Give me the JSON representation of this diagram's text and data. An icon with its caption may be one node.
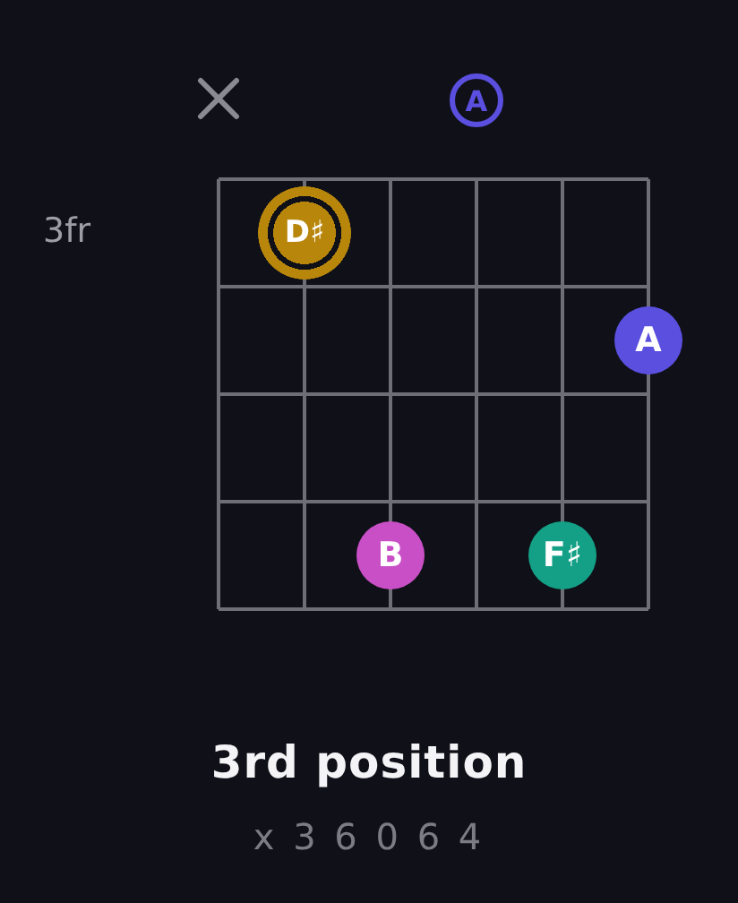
{
  "diagram": {
    "title": "3rd position",
    "caption": "x 3 6 0 6 4",
    "nodes": [
      {
        "text": [
          "A"
        ]
      },
      {
        "text": [
          "D♯"
        ]
      },
      {
        "text": [
          "A"
        ]
      },
      {
        "text": [
          "B"
        ]
      },
      {
        "text": [
          "F♯"
        ]
      }
    ],
    "labels": [
      "3fr"
    ]
  }
}
